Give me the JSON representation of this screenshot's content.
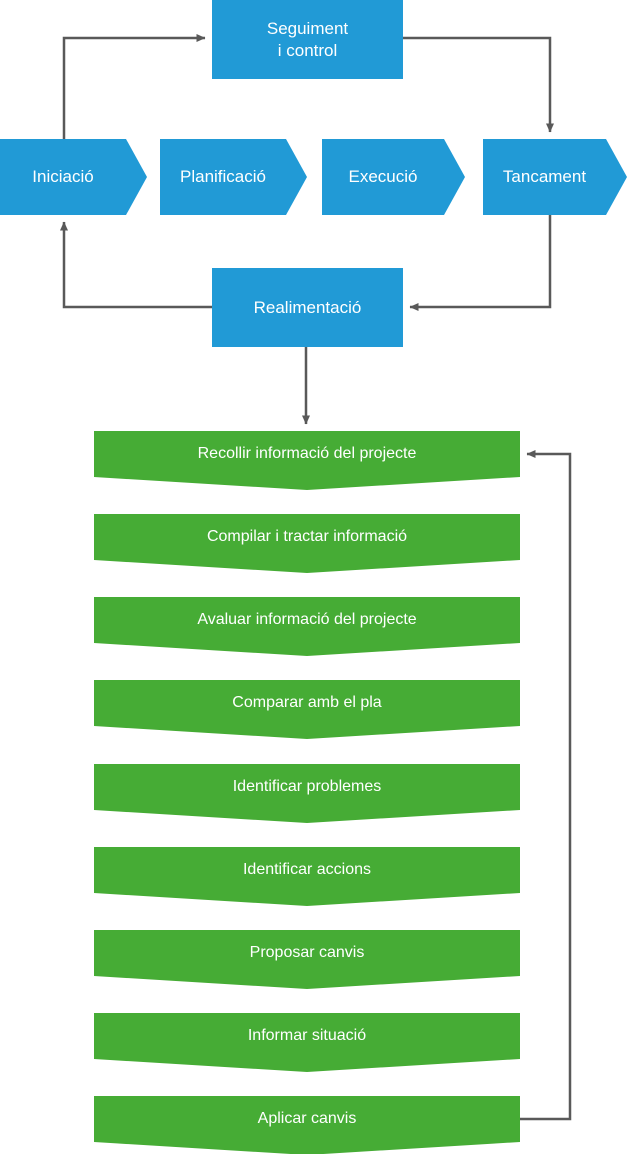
{
  "diagram": {
    "title_text": "",
    "colors": {
      "blue": "#219ad6",
      "green": "#46ac35",
      "connector": "#595959",
      "label_text": "#ffffff",
      "background": "#ffffff"
    },
    "control_nodes": [
      {
        "id": "seguiment",
        "label": "Seguiment\ni control",
        "shape": "rectangle"
      },
      {
        "id": "realimentacio",
        "label": "Realimentació",
        "shape": "rectangle"
      }
    ],
    "phases": [
      {
        "id": "iniciacio",
        "label": "Iniciació",
        "shape": "chevron-right"
      },
      {
        "id": "planificacio",
        "label": "Planificació",
        "shape": "chevron-right"
      },
      {
        "id": "execucio",
        "label": "Execució",
        "shape": "chevron-right"
      },
      {
        "id": "tancament",
        "label": "Tancament",
        "shape": "chevron-right"
      }
    ],
    "steps": [
      {
        "id": "step-1",
        "label": "Recollir informació del projecte",
        "shape": "chevron-down"
      },
      {
        "id": "step-2",
        "label": "Compilar i tractar informació",
        "shape": "chevron-down"
      },
      {
        "id": "step-3",
        "label": "Avaluar informació del projecte",
        "shape": "chevron-down"
      },
      {
        "id": "step-4",
        "label": "Comparar amb el pla",
        "shape": "chevron-down"
      },
      {
        "id": "step-5",
        "label": "Identificar problemes",
        "shape": "chevron-down"
      },
      {
        "id": "step-6",
        "label": "Identificar accions",
        "shape": "chevron-down"
      },
      {
        "id": "step-7",
        "label": "Proposar canvis",
        "shape": "chevron-down"
      },
      {
        "id": "step-8",
        "label": "Informar situació",
        "shape": "chevron-down"
      },
      {
        "id": "step-9",
        "label": "Aplicar canvis",
        "shape": "chevron-down"
      }
    ],
    "connectors": [
      {
        "id": "iniciacio-to-seguiment",
        "from": "iniciacio",
        "to": "seguiment",
        "label": ""
      },
      {
        "id": "seguiment-to-tancament",
        "from": "seguiment",
        "to": "tancament",
        "label": ""
      },
      {
        "id": "tancament-to-realimentacio",
        "from": "tancament",
        "to": "realimentacio",
        "label": ""
      },
      {
        "id": "realimentacio-to-iniciacio",
        "from": "realimentacio",
        "to": "iniciacio",
        "label": ""
      },
      {
        "id": "realimentacio-to-step-1",
        "from": "realimentacio",
        "to": "step-1",
        "label": ""
      },
      {
        "id": "step-9-to-step-1",
        "from": "step-9",
        "to": "step-1",
        "label": ""
      }
    ]
  }
}
